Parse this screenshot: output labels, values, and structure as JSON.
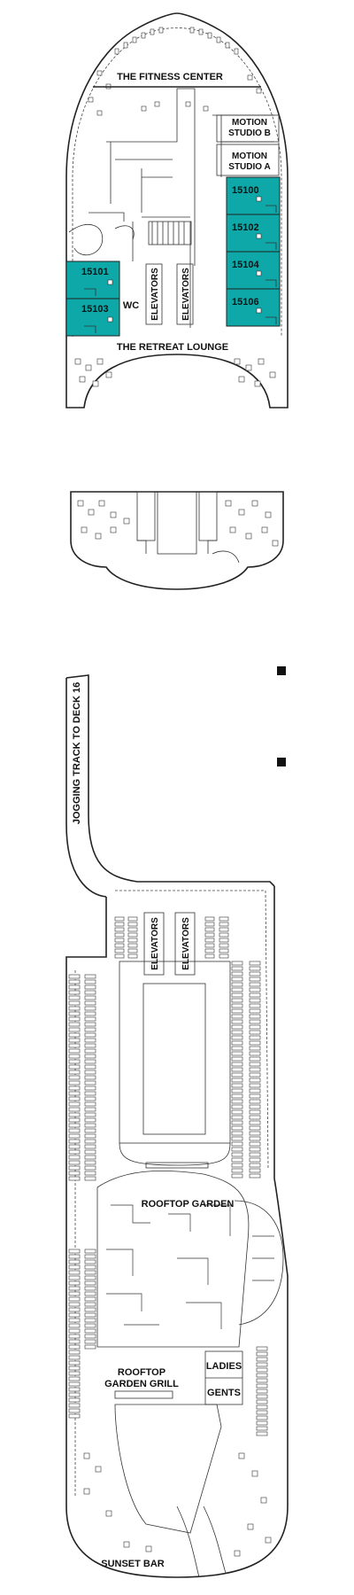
{
  "deck_top": {
    "fitness_center": "THE FITNESS CENTER",
    "motion_b": [
      "MOTION",
      "STUDIO B"
    ],
    "motion_a": [
      "MOTION",
      "STUDIO A"
    ],
    "wc": "WC",
    "elevators": "ELEVATORS",
    "retreat_lounge": "THE RETREAT LOUNGE",
    "cabins": [
      {
        "id": "15100"
      },
      {
        "id": "15102"
      },
      {
        "id": "15104"
      },
      {
        "id": "15106"
      },
      {
        "id": "15101"
      },
      {
        "id": "15103"
      }
    ]
  },
  "deck_bottom": {
    "jogging_track": "JOGGING TRACK TO DECK 16",
    "elevators": "ELEVATORS",
    "rooftop_garden": "ROOFTOP GARDEN",
    "rooftop_grill": [
      "ROOFTOP",
      "GARDEN GRILL"
    ],
    "ladies": "LADIES",
    "gents": "GENTS",
    "sunset_bar": "SUNSET BAR"
  },
  "colors": {
    "cabin_fill": "#0fa8a8",
    "line": "#222222"
  }
}
